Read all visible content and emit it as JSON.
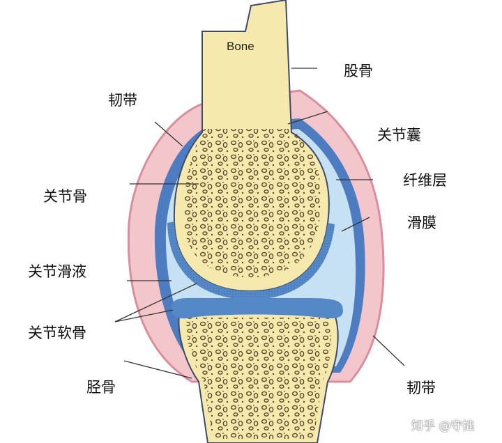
{
  "labels": {
    "bone": "Bone",
    "femur": "股骨",
    "ligament_top": "韧带",
    "joint_capsule": "关节囊",
    "fibrous_layer": "纤维层",
    "articular_bone": "关节骨",
    "synovium": "滑膜",
    "synovial_fluid": "关节滑液",
    "articular_cartilage": "关节软骨",
    "tibia": "胫骨",
    "ligament_bottom": "韧带"
  },
  "watermark": "知乎 @守拙",
  "colors": {
    "bone": "#f6e9ad",
    "capsule_outer": "#e9a9b2",
    "capsule_fill": "#f3c6cc",
    "fibrous_layer": "#4e7cc0",
    "synovial_fluid": "#c6e0f4",
    "cartilage": "#5588c7",
    "spongy_holes": "#5a4a2a"
  }
}
